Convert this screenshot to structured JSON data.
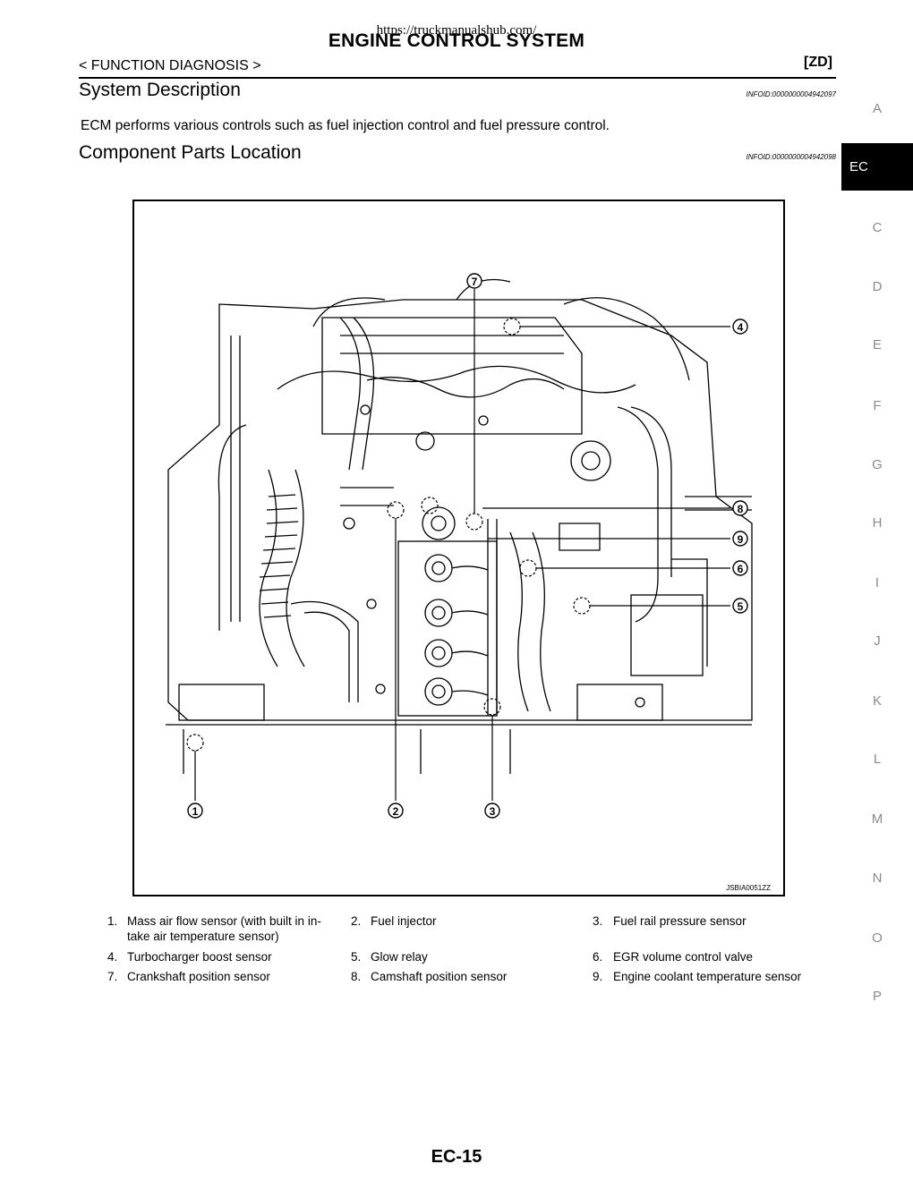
{
  "header": {
    "watermark": "https://truckmanualshub.com/",
    "title": "ENGINE CONTROL SYSTEM",
    "section_nav": "< FUNCTION DIAGNOSIS >",
    "model_tag": "[ZD]"
  },
  "sections": [
    {
      "heading": "System Description",
      "infoid": "INFOID:0000000004942097",
      "text": "ECM performs various controls such as fuel injection control and fuel pressure control."
    },
    {
      "heading": "Component Parts Location",
      "infoid": "INFOID:0000000004942098"
    }
  ],
  "figure": {
    "id": "JSBIA0051ZZ",
    "callouts": [
      "1",
      "2",
      "3",
      "4",
      "5",
      "6",
      "7",
      "8",
      "9"
    ]
  },
  "legend": [
    {
      "num": "1.",
      "label": "Mass air flow sensor (with built in in-",
      "label2": "take air temperature sensor)"
    },
    {
      "num": "2.",
      "label": "Fuel injector"
    },
    {
      "num": "3.",
      "label": "Fuel rail pressure sensor"
    },
    {
      "num": "4.",
      "label": "Turbocharger boost sensor"
    },
    {
      "num": "5.",
      "label": "Glow relay"
    },
    {
      "num": "6.",
      "label": "EGR volume control valve"
    },
    {
      "num": "7.",
      "label": "Crankshaft position sensor"
    },
    {
      "num": "8.",
      "label": "Camshaft position sensor"
    },
    {
      "num": "9.",
      "label": "Engine coolant temperature sensor"
    }
  ],
  "side_tabs": [
    "A",
    "EC",
    "C",
    "D",
    "E",
    "F",
    "G",
    "H",
    "I",
    "J",
    "K",
    "L",
    "M",
    "N",
    "O",
    "P"
  ],
  "active_tab": "EC",
  "page_number": "EC-15"
}
